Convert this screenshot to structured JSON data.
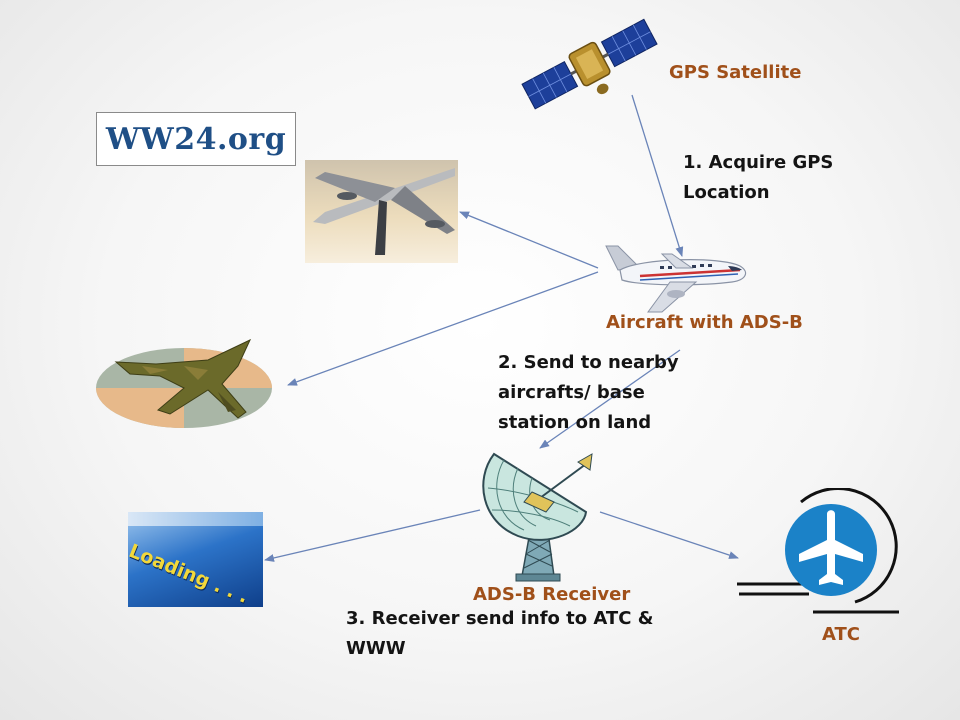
{
  "brand": {
    "text": "WW24.org",
    "color": "#1f4f86"
  },
  "nodes": {
    "satellite": {
      "label": "GPS Satellite",
      "icon": "satellite-icon"
    },
    "aircraft": {
      "label": "Aircraft with ADS-B",
      "icon": "airliner-icon"
    },
    "receiver": {
      "label": "ADS-B Receiver",
      "icon": "radar-dish-icon"
    },
    "atc": {
      "label": "ATC",
      "icon": "airport-plane-icon"
    }
  },
  "steps": [
    {
      "text": "1. Acquire GPS\nLocation"
    },
    {
      "text": "2. Send to nearby\naircrafts/ base\nstation on land"
    },
    {
      "text": "3. Receiver send info to ATC &\nWWW"
    }
  ],
  "recipients": {
    "nearby_airliner": {
      "icon": "airliner-photo-icon"
    },
    "nearby_jet": {
      "icon": "camo-fighter-jet-icon"
    },
    "www_loading": {
      "text": "Loading . . .",
      "icon": "loading-screen-icon"
    }
  },
  "colors": {
    "node_label": "#a0501a",
    "step_text": "#141414",
    "arrow": "#6a84b8",
    "atc_blue": "#1b82c8"
  }
}
